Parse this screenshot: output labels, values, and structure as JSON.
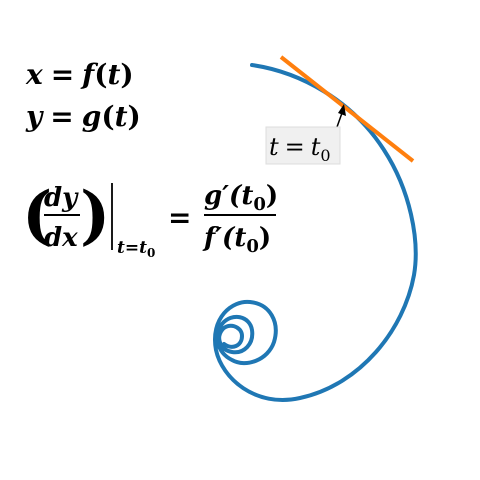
{
  "equations": {
    "x_eq": {
      "lhs": "x",
      "eq": "=",
      "fn": "f",
      "open": "(",
      "arg": "t",
      "close": ")"
    },
    "y_eq": {
      "lhs": "y",
      "eq": "=",
      "fn": "g",
      "open": "(",
      "arg": "t",
      "close": ")"
    },
    "derivative": {
      "lparen": "(",
      "rparen": ")",
      "num": "dy",
      "den": "dx",
      "eval_var": "t",
      "eval_eq": "=",
      "eval_val": "t",
      "eval_sub": "0",
      "eq": "=",
      "rhs_num": "g′(t",
      "rhs_num_sub": "0",
      "rhs_num_close": ")",
      "rhs_den": "f′(t",
      "rhs_den_sub": "0",
      "rhs_den_close": ")"
    }
  },
  "annotation": {
    "var": "t",
    "eq": "=",
    "val": "t",
    "sub": "0"
  },
  "colors": {
    "curve": "#1f77b4",
    "tangent": "#ff7f0e",
    "label_box_fill": "#f0f0f0",
    "label_box_stroke": "#dddddd",
    "text": "#000000"
  }
}
